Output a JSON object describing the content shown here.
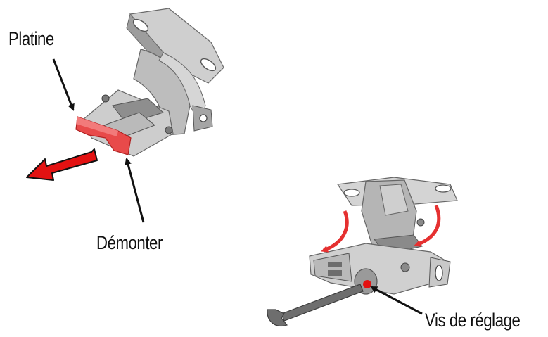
{
  "labels": {
    "platine": "Platine",
    "demonter": "Démonter",
    "vis_reglage": "Vis de réglage"
  },
  "colors": {
    "highlight_red": "#e84a4a",
    "arrow_red": "#e31212",
    "part_gray_light": "#d9d9d9",
    "part_gray_mid": "#a8a8a8",
    "part_gray_dark": "#5f5f5f",
    "label_text": "#111111"
  },
  "icons": {
    "remove_arrow": "arrow-left-down-icon",
    "rotate_arrows": "curved-arrow-icon",
    "wrench": "wrench-icon"
  }
}
